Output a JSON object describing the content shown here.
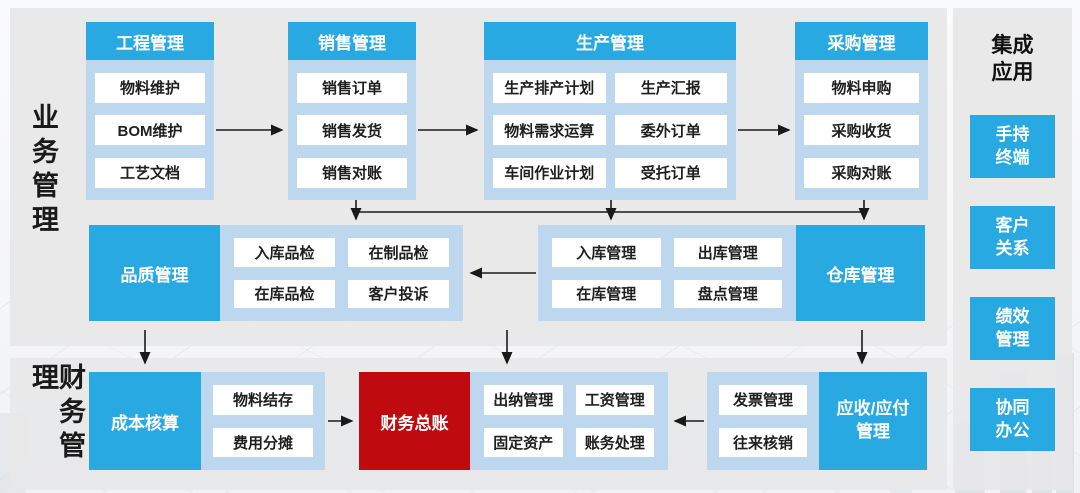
{
  "section_labels": {
    "business": "业务管理",
    "finance": "财务管理"
  },
  "colors": {
    "accent_blue": "#29a9e1",
    "container_blue": "#bdd7ee",
    "ledger_red": "#bf0b10",
    "panel_gray": "#e7e7e8",
    "arrow": "#1a1a1a"
  },
  "top_groups": [
    {
      "title": "工程管理",
      "items": [
        "物料维护",
        "BOM维护",
        "工艺文档"
      ]
    },
    {
      "title": "销售管理",
      "items": [
        "销售订单",
        "销售发货",
        "销售对账"
      ]
    },
    {
      "title": "生产管理",
      "items": [
        "生产排产计划",
        "生产汇报",
        "物料需求运算",
        "委外订单",
        "车间作业计划",
        "受托订单"
      ]
    },
    {
      "title": "采购管理",
      "items": [
        "物料申购",
        "采购收货",
        "采购对账"
      ]
    }
  ],
  "middle_row": {
    "quality_box": "品质管理",
    "quality_items": [
      "入库品检",
      "在制品检",
      "在库品检",
      "客户投诉"
    ],
    "warehouse_items": [
      "入库管理",
      "出库管理",
      "在库管理",
      "盘点管理"
    ],
    "warehouse_box": "仓库管理"
  },
  "bottom_row": {
    "cost_box": "成本核算",
    "cost_items": [
      "物料结存",
      "费用分摊"
    ],
    "ledger_box": "财务总账",
    "finance_items": [
      "出纳管理",
      "工资管理",
      "固定资产",
      "账务处理"
    ],
    "invoice_items": [
      "发票管理",
      "往来核销"
    ],
    "arap_box": "应收/应付\n管理"
  },
  "sidebar": {
    "title": "集成\n应用",
    "items": [
      "手持\n终端",
      "客户\n关系",
      "绩效\n管理",
      "协同\n办公"
    ]
  }
}
